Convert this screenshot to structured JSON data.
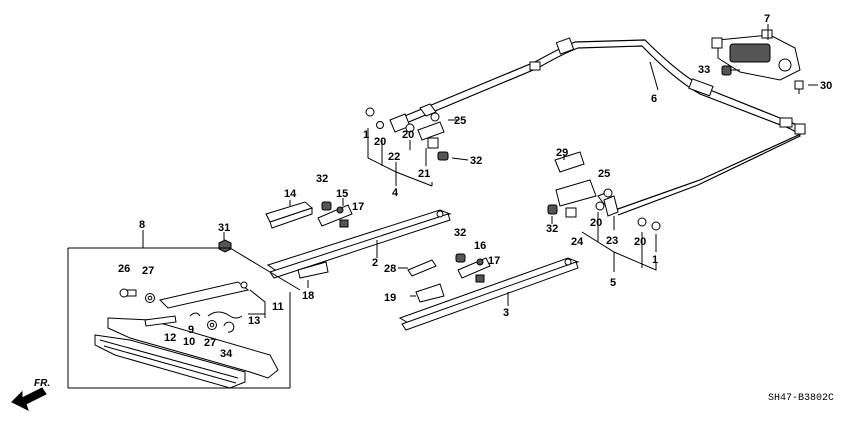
{
  "diagram_code": "SH47-B3802C",
  "front_arrow_label": "FR.",
  "callouts": [
    {
      "id": "c1a",
      "text": "1"
    },
    {
      "id": "c1b",
      "text": "1"
    },
    {
      "id": "c2",
      "text": "2"
    },
    {
      "id": "c3",
      "text": "3"
    },
    {
      "id": "c4",
      "text": "4"
    },
    {
      "id": "c5",
      "text": "5"
    },
    {
      "id": "c6",
      "text": "6"
    },
    {
      "id": "c7",
      "text": "7"
    },
    {
      "id": "c8",
      "text": "8"
    },
    {
      "id": "c9",
      "text": "9"
    },
    {
      "id": "c10",
      "text": "10"
    },
    {
      "id": "c11",
      "text": "11"
    },
    {
      "id": "c12",
      "text": "12"
    },
    {
      "id": "c13",
      "text": "13"
    },
    {
      "id": "c14",
      "text": "14"
    },
    {
      "id": "c15",
      "text": "15"
    },
    {
      "id": "c16",
      "text": "16"
    },
    {
      "id": "c17a",
      "text": "17"
    },
    {
      "id": "c17b",
      "text": "17"
    },
    {
      "id": "c18",
      "text": "18"
    },
    {
      "id": "c19",
      "text": "19"
    },
    {
      "id": "c20a",
      "text": "20"
    },
    {
      "id": "c20b",
      "text": "20"
    },
    {
      "id": "c20c",
      "text": "20"
    },
    {
      "id": "c20d",
      "text": "20"
    },
    {
      "id": "c21",
      "text": "21"
    },
    {
      "id": "c22",
      "text": "22"
    },
    {
      "id": "c23",
      "text": "23"
    },
    {
      "id": "c24",
      "text": "24"
    },
    {
      "id": "c25a",
      "text": "25"
    },
    {
      "id": "c25b",
      "text": "25"
    },
    {
      "id": "c26",
      "text": "26"
    },
    {
      "id": "c27a",
      "text": "27"
    },
    {
      "id": "c27b",
      "text": "27"
    },
    {
      "id": "c28",
      "text": "28"
    },
    {
      "id": "c29",
      "text": "29"
    },
    {
      "id": "c30",
      "text": "30"
    },
    {
      "id": "c31",
      "text": "31"
    },
    {
      "id": "c32a",
      "text": "32"
    },
    {
      "id": "c32b",
      "text": "32"
    },
    {
      "id": "c32c",
      "text": "32"
    },
    {
      "id": "c32d",
      "text": "32"
    },
    {
      "id": "c33",
      "text": "33"
    },
    {
      "id": "c34",
      "text": "34"
    }
  ]
}
